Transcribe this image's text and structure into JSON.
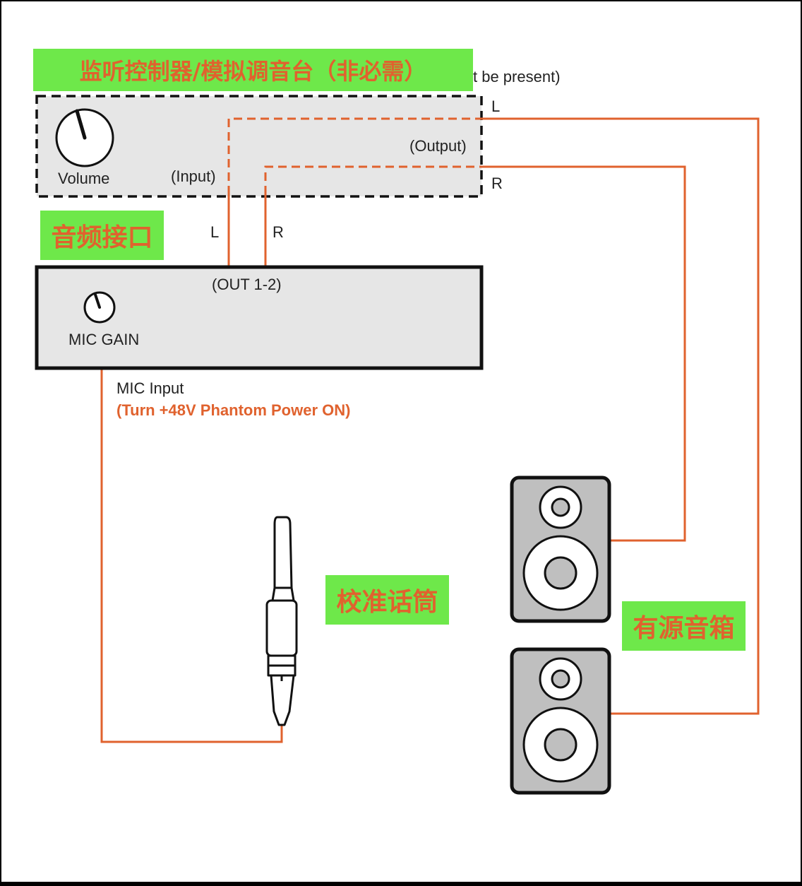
{
  "colors": {
    "cable": "#e0622e",
    "highlight": "#6ee84a",
    "box_fill": "#e6e6e6",
    "speaker_fill": "#bfbfbf"
  },
  "labels": {
    "controller_title": "监听控制器/模拟调音台（非必需）",
    "controller_note": "t be present)",
    "interface_title": "音频接口",
    "mic_title": "校准话筒",
    "speakers_title": "有源音箱",
    "volume": "Volume",
    "input": "(Input)",
    "output": "(Output)",
    "out_l": "L",
    "out_r": "R",
    "in_l": "L",
    "in_r": "R",
    "out_1_2": "(OUT 1-2)",
    "mic_gain": "MIC GAIN",
    "mic_input": "MIC Input",
    "phantom": "(Turn +48V Phantom Power ON)"
  }
}
